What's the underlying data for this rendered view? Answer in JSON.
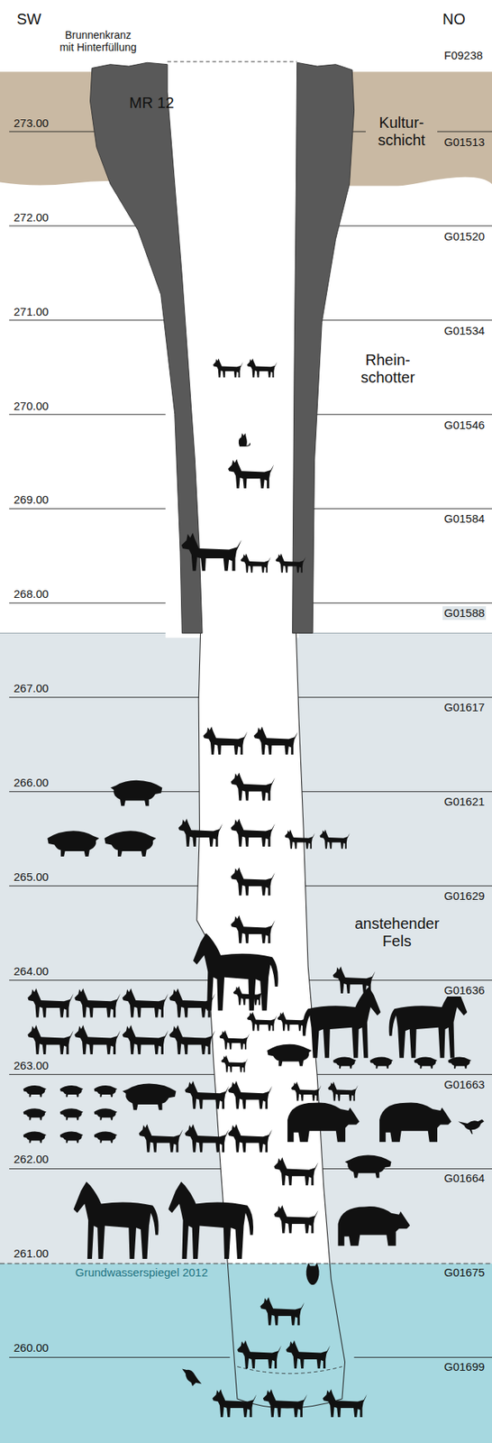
{
  "diagram": {
    "labels": [
      "SW",
      "NO",
      "Brunnenkranz mit Hinterfüllung",
      "MR 12",
      "F09238",
      "273.00",
      "Kultur- schicht",
      "G01513",
      "272.00",
      "G01520",
      "271.00",
      "G01534",
      "Rhein- schotter",
      "270.00",
      "G01546",
      "269.00",
      "G01584",
      "268.00",
      "G01588",
      "267.00",
      "G01617",
      "266.00",
      "G01621",
      "265.00",
      "G01629",
      "anstehender Fels",
      "264.00",
      "G01636",
      "263.00",
      "G01663",
      "262.00",
      "G01664",
      "261.00",
      "Grundwasserspiegel 2012",
      "G01675",
      "260.00",
      "G01699"
    ]
  }
}
